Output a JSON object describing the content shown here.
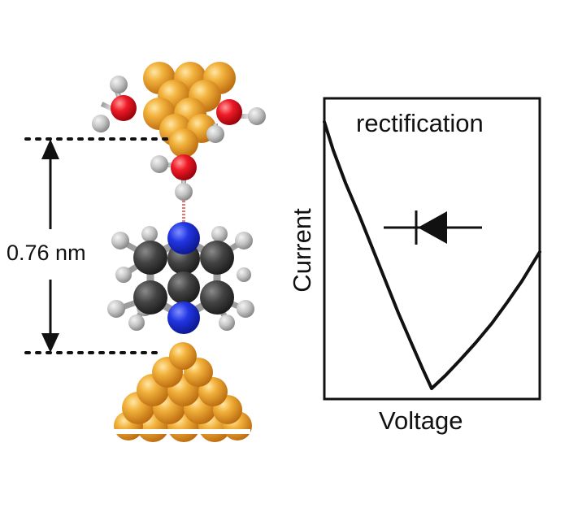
{
  "molecule": {
    "distance_label": "0.76 nm",
    "atoms": [
      "gold",
      "oxygen",
      "hydrogen",
      "carbon",
      "nitrogen"
    ],
    "colors": {
      "gold": "#E9A12F",
      "oxygen": "#E0101E",
      "hydrogen": "#B9B9B9",
      "carbon": "#3E3E3E",
      "nitrogen": "#1F35D8",
      "hbond": "#E87878"
    }
  },
  "iv_plot": {
    "annotation": "rectification",
    "xlabel": "Voltage",
    "ylabel": "Current",
    "diode_symbol": "diode-icon",
    "curve_color": "#111111"
  }
}
